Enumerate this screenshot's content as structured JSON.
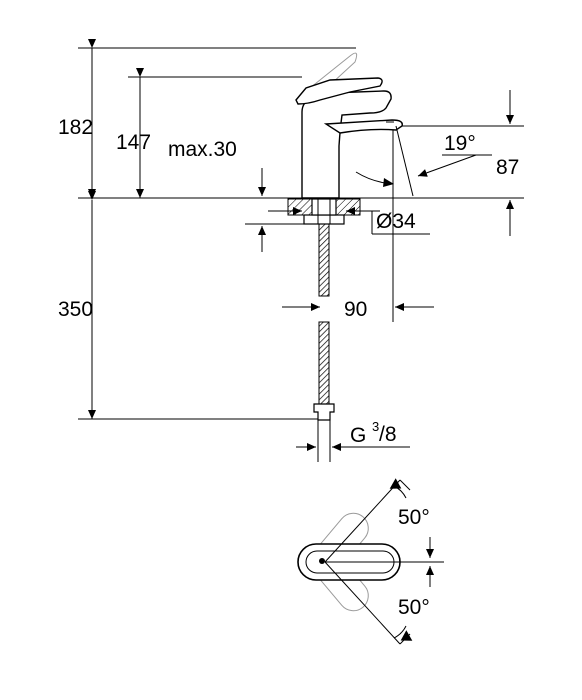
{
  "labels": {
    "h182": "182",
    "h147": "147",
    "max30": "max.30",
    "angle19": "19°",
    "d87": "87",
    "dia34": "Ø34",
    "h350": "350",
    "d90": "90",
    "thread_main": "G",
    "thread_num": "3",
    "thread_den": "/8",
    "angle50_top": "50°",
    "angle50_bottom": "50°"
  },
  "colors": {
    "line": "#000000",
    "ghost": "#9a9a9a"
  }
}
